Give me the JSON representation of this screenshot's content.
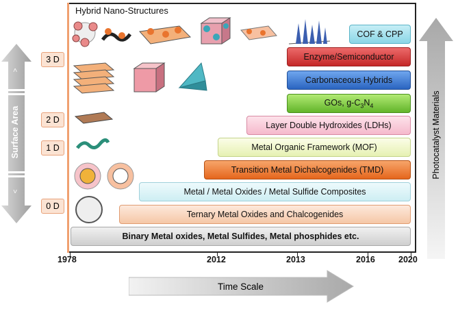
{
  "title": "Hybrid Nano-Structures",
  "dimensions": [
    "3 D",
    "2 D",
    "1 D",
    "0 D"
  ],
  "bars": [
    {
      "label": "COF  & CPP",
      "color": "#8ad6e6"
    },
    {
      "label": "Enzyme/Semiconductor",
      "color": "#d83a3a"
    },
    {
      "label": "Carbonaceous Hybrids",
      "color": "#3b7ad6"
    },
    {
      "label": "GOs,  g-C",
      "sub1": "3",
      "mid": "N",
      "sub2": "4",
      "color": "#7fcf3a"
    },
    {
      "label": "Layer Double Hydroxides (LDHs)",
      "color": "#f5b9cc"
    },
    {
      "label": "Metal Organic Framework (MOF)",
      "color": "#eef6c6"
    },
    {
      "label": "Transition Metal Dichalcogenides (TMD)",
      "color": "#ee7a2e"
    },
    {
      "label": "Metal / Metal Oxides / Metal Sulfide Composites",
      "color": "#d9f3f6"
    },
    {
      "label": "Ternary Metal Oxides and Chalcogenides",
      "color": "#f7d5bd"
    },
    {
      "label": "Binary Metal oxides, Metal Sulfides, Metal phosphides etc.",
      "color": "#dedede"
    }
  ],
  "years": [
    "1978",
    "2012",
    "2013",
    "2016",
    "2020"
  ],
  "time_scale": "Time Scale",
  "surface_area": "Surface Area",
  "photocatalyst": "Photocatalyst Materials",
  "arrow_marks": [
    ">",
    "<"
  ]
}
